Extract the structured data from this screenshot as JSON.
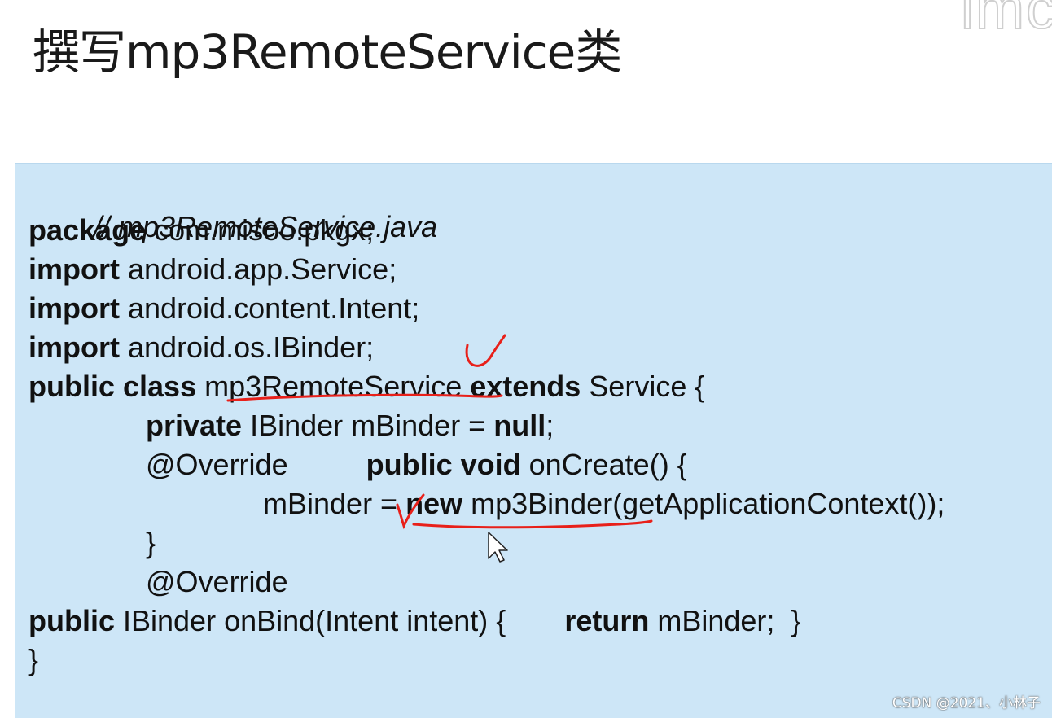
{
  "slide": {
    "title": "撰写mp3RemoteService类",
    "corner_logo": "imc"
  },
  "code": {
    "l1": {
      "comment": "// mp3RemoteService.java"
    },
    "l2": {
      "kw": "package",
      "rest": " com.misoo.pkgx;"
    },
    "l3": {
      "kw": "import",
      "rest": " android.app.Service;"
    },
    "l4": {
      "kw": "import",
      "rest": " android.content.Intent;"
    },
    "l5": {
      "kw": "import",
      "rest": " android.os.IBinder;"
    },
    "l6": {
      "kw1": "public class",
      "mid": " mp3RemoteService ",
      "kw2": "extends",
      "rest": " Service {"
    },
    "l7": {
      "kw1": "private",
      "mid": " IBinder mBinder = ",
      "kw2": "null",
      "rest": ";"
    },
    "l8": {
      "ann": "@Override",
      "kw": "public void",
      "rest": " onCreate() {"
    },
    "l9": {
      "pre": "mBinder = ",
      "kw": "new",
      "rest": " mp3Binder(getApplicationContext());"
    },
    "l10": {
      "text": "}"
    },
    "l11": {
      "ann": "@Override"
    },
    "l12": {
      "kw1": "public",
      "mid": " IBinder onBind(Intent intent) {",
      "kw2": "return",
      "rest": " mBinder;  }"
    },
    "l13": {
      "text": "}"
    }
  },
  "watermark": "CSDN @2021、小林子",
  "colors": {
    "code_background": "#cde6f7",
    "annotation": "#e8201a",
    "text": "#111111"
  },
  "icons": [
    "mouse-cursor-icon",
    "checkmark-annotation-icon"
  ]
}
